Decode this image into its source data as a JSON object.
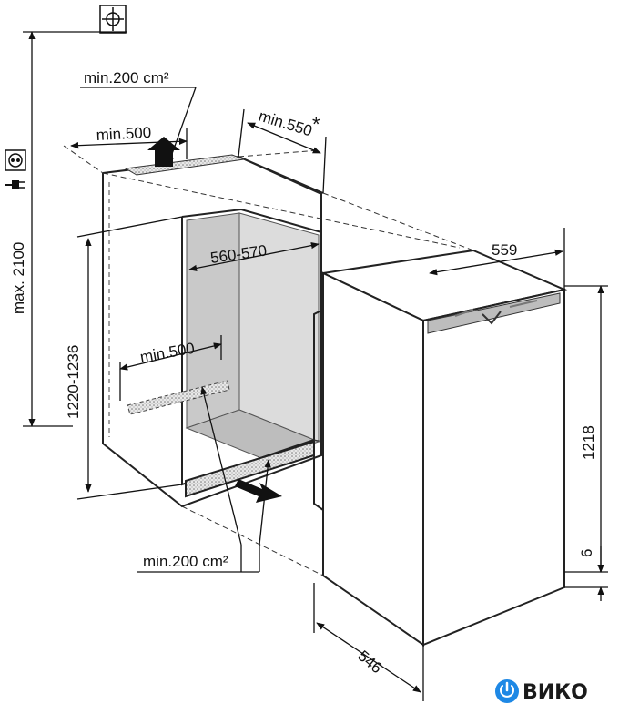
{
  "labels": {
    "vent_top_area": "min.200 cm²",
    "vent_bottom_area": "min.200 cm²",
    "top_depth": "min.500",
    "niche_depth": "min.550",
    "niche_depth_mark": "*",
    "inner_width": "560-570",
    "bottom_depth": "min.500",
    "niche_height": "1220-1236",
    "max_height": "max. 2100",
    "appliance_width": "559",
    "appliance_height": "1218",
    "door_offset": "6",
    "appliance_depth": "546"
  },
  "logo": {
    "text": "ВИКО",
    "color": "#1e88e5"
  },
  "icons": [
    "floor-symbol-icon",
    "socket-icon",
    "plug-icon",
    "arrow-up-icon",
    "arrow-in-icon"
  ]
}
